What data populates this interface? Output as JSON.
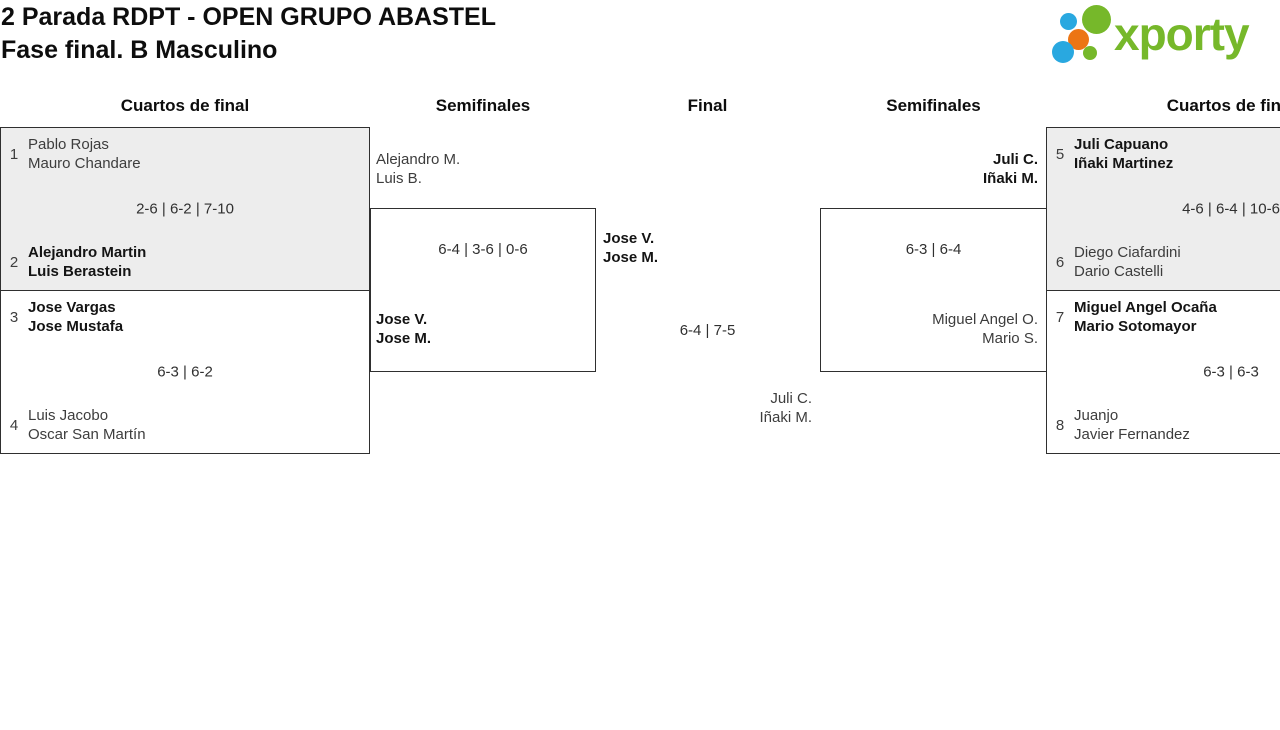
{
  "header": {
    "title": "2 Parada RDPT - OPEN GRUPO ABASTEL",
    "subtitle": "Fase final. B Masculino"
  },
  "logo": {
    "brand": "xporty"
  },
  "colors": {
    "green": "#76b82a",
    "blue": "#29a8e0",
    "orange": "#ec7514",
    "grey-box": "#ededed",
    "line": "#2f2f2f",
    "text": "#3d3d3d",
    "text-strong": "#141414"
  },
  "columns": {
    "qf_left": "Cuartos de final",
    "sf_left": "Semifinales",
    "final": "Final",
    "sf_right": "Semifinales",
    "qf_right": "Cuartos de final"
  },
  "matches": {
    "qf1": {
      "seed_top": "1",
      "top": [
        "Pablo Rojas",
        "Mauro Chandare"
      ],
      "score": "2-6 | 6-2 | 7-10",
      "seed_bottom": "2",
      "bottom": [
        "Alejandro Martin",
        "Luis Berastein"
      ],
      "winner": "bottom"
    },
    "qf2": {
      "seed_top": "3",
      "top": [
        "Jose Vargas",
        "Jose Mustafa"
      ],
      "score": "6-3 | 6-2",
      "seed_bottom": "4",
      "bottom": [
        "Luis Jacobo",
        "Oscar San Martín"
      ],
      "winner": "top"
    },
    "sf_left": {
      "top": [
        "Alejandro M.",
        "Luis B."
      ],
      "score": "6-4 | 3-6 | 0-6",
      "bottom": [
        "Jose V.",
        "Jose M."
      ],
      "winner": "bottom"
    },
    "final": {
      "top": [
        "Jose V.",
        "Jose M."
      ],
      "score": "6-4 | 7-5",
      "bottom": [
        "Juli C.",
        "Iñaki M."
      ],
      "winner": "top"
    },
    "sf_right": {
      "top": [
        "Juli C.",
        "Iñaki M."
      ],
      "score": "6-3 | 6-4",
      "bottom": [
        "Miguel Angel O.",
        "Mario S."
      ],
      "winner": "top"
    },
    "qf3": {
      "seed_top": "5",
      "top": [
        "Juli Capuano",
        "Iñaki Martinez"
      ],
      "score": "4-6 | 6-4 | 10-6",
      "seed_bottom": "6",
      "bottom": [
        "Diego Ciafardini",
        "Dario Castelli"
      ],
      "winner": "top"
    },
    "qf4": {
      "seed_top": "7",
      "top": [
        "Miguel Angel Ocaña",
        "Mario Sotomayor"
      ],
      "score": "6-3 | 6-3",
      "seed_bottom": "8",
      "bottom": [
        "Juanjo",
        "Javier Fernandez"
      ],
      "winner": "top"
    }
  }
}
